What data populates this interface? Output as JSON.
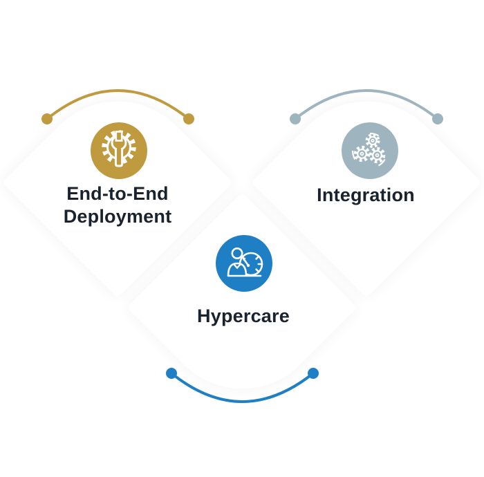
{
  "page": {
    "background": "#ffffff",
    "card_background": "#ffffff"
  },
  "palette": {
    "gold": "#C09A3F",
    "slate": "#9EB4BE",
    "blue": "#1F7FC4",
    "text": "#1A222E",
    "icon_stroke": "#ffffff"
  },
  "cards": [
    {
      "id": "end-to-end-deployment",
      "label": "End-to-End Deployment",
      "icon": "gear-wrench-icon",
      "accent": "#C09A3F",
      "position": "top-left"
    },
    {
      "id": "integration",
      "label": "Integration",
      "icon": "gears-icon",
      "accent": "#9EB4BE",
      "position": "top-right"
    },
    {
      "id": "hypercare",
      "label": "Hypercare",
      "icon": "person-gauge-icon",
      "accent": "#1F7FC4",
      "position": "bottom-center"
    }
  ]
}
